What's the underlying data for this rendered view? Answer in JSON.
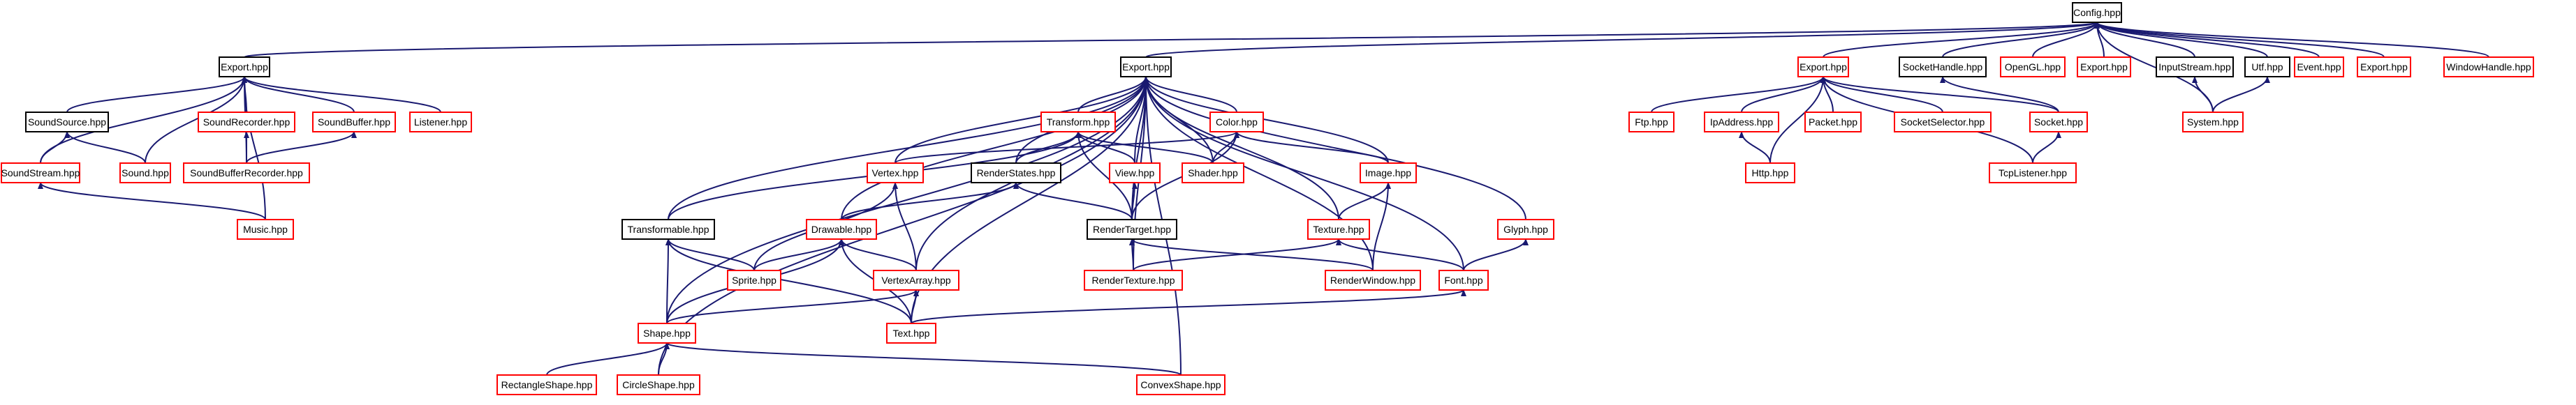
{
  "colors": {
    "edge": "#191970",
    "border_internal": "#000000",
    "border_external": "#ff0000",
    "fill_normal": "#ffffff",
    "fill_root": "#bfbfbf"
  },
  "nodes": [
    {
      "id": "config",
      "label": "Config.hpp",
      "kind": "root"
    },
    {
      "id": "exp_audio",
      "label": "Export.hpp",
      "kind": "internal"
    },
    {
      "id": "soundsource",
      "label": "SoundSource.hpp",
      "kind": "internal"
    },
    {
      "id": "soundrecorder",
      "label": "SoundRecorder.hpp",
      "kind": "external"
    },
    {
      "id": "soundbuffer",
      "label": "SoundBuffer.hpp",
      "kind": "external"
    },
    {
      "id": "listener",
      "label": "Listener.hpp",
      "kind": "external"
    },
    {
      "id": "soundstream",
      "label": "SoundStream.hpp",
      "kind": "external"
    },
    {
      "id": "sound",
      "label": "Sound.hpp",
      "kind": "external"
    },
    {
      "id": "soundbufrec",
      "label": "SoundBufferRecorder.hpp",
      "kind": "external"
    },
    {
      "id": "music",
      "label": "Music.hpp",
      "kind": "external"
    },
    {
      "id": "exp_graphics",
      "label": "Export.hpp",
      "kind": "internal"
    },
    {
      "id": "transform",
      "label": "Transform.hpp",
      "kind": "external"
    },
    {
      "id": "color",
      "label": "Color.hpp",
      "kind": "external"
    },
    {
      "id": "vertex",
      "label": "Vertex.hpp",
      "kind": "external"
    },
    {
      "id": "renderstates",
      "label": "RenderStates.hpp",
      "kind": "internal"
    },
    {
      "id": "view",
      "label": "View.hpp",
      "kind": "external"
    },
    {
      "id": "shader",
      "label": "Shader.hpp",
      "kind": "external"
    },
    {
      "id": "image",
      "label": "Image.hpp",
      "kind": "external"
    },
    {
      "id": "transformable",
      "label": "Transformable.hpp",
      "kind": "internal"
    },
    {
      "id": "drawable",
      "label": "Drawable.hpp",
      "kind": "external"
    },
    {
      "id": "rendertarget",
      "label": "RenderTarget.hpp",
      "kind": "internal"
    },
    {
      "id": "texture",
      "label": "Texture.hpp",
      "kind": "external"
    },
    {
      "id": "glyph",
      "label": "Glyph.hpp",
      "kind": "external"
    },
    {
      "id": "sprite",
      "label": "Sprite.hpp",
      "kind": "external"
    },
    {
      "id": "vertexarray",
      "label": "VertexArray.hpp",
      "kind": "external"
    },
    {
      "id": "rendertexture",
      "label": "RenderTexture.hpp",
      "kind": "external"
    },
    {
      "id": "renderwindow",
      "label": "RenderWindow.hpp",
      "kind": "external"
    },
    {
      "id": "font",
      "label": "Font.hpp",
      "kind": "external"
    },
    {
      "id": "shape",
      "label": "Shape.hpp",
      "kind": "external"
    },
    {
      "id": "text",
      "label": "Text.hpp",
      "kind": "external"
    },
    {
      "id": "rectangleshape",
      "label": "RectangleShape.hpp",
      "kind": "external"
    },
    {
      "id": "circleshape",
      "label": "CircleShape.hpp",
      "kind": "external"
    },
    {
      "id": "convexshape",
      "label": "ConvexShape.hpp",
      "kind": "external"
    },
    {
      "id": "exp_network",
      "label": "Export.hpp",
      "kind": "external"
    },
    {
      "id": "sockethandle",
      "label": "SocketHandle.hpp",
      "kind": "internal"
    },
    {
      "id": "opengl",
      "label": "OpenGL.hpp",
      "kind": "external"
    },
    {
      "id": "exp_other1",
      "label": "Export.hpp",
      "kind": "external"
    },
    {
      "id": "inputstream",
      "label": "InputStream.hpp",
      "kind": "internal"
    },
    {
      "id": "utf",
      "label": "Utf.hpp",
      "kind": "internal"
    },
    {
      "id": "event",
      "label": "Event.hpp",
      "kind": "external"
    },
    {
      "id": "exp_other2",
      "label": "Export.hpp",
      "kind": "external"
    },
    {
      "id": "windowhandle",
      "label": "WindowHandle.hpp",
      "kind": "external"
    },
    {
      "id": "ftp",
      "label": "Ftp.hpp",
      "kind": "external"
    },
    {
      "id": "ipaddress",
      "label": "IpAddress.hpp",
      "kind": "external"
    },
    {
      "id": "packet",
      "label": "Packet.hpp",
      "kind": "external"
    },
    {
      "id": "socketselector",
      "label": "SocketSelector.hpp",
      "kind": "external"
    },
    {
      "id": "socket",
      "label": "Socket.hpp",
      "kind": "external"
    },
    {
      "id": "system",
      "label": "System.hpp",
      "kind": "external"
    },
    {
      "id": "http",
      "label": "Http.hpp",
      "kind": "external"
    },
    {
      "id": "tcplistener",
      "label": "TcpListener.hpp",
      "kind": "external"
    }
  ],
  "edges": [
    [
      "exp_audio",
      "config"
    ],
    [
      "exp_graphics",
      "config"
    ],
    [
      "exp_network",
      "config"
    ],
    [
      "sockethandle",
      "config"
    ],
    [
      "opengl",
      "config"
    ],
    [
      "exp_other1",
      "config"
    ],
    [
      "inputstream",
      "config"
    ],
    [
      "utf",
      "config"
    ],
    [
      "event",
      "config"
    ],
    [
      "exp_other2",
      "config"
    ],
    [
      "windowhandle",
      "config"
    ],
    [
      "system",
      "config"
    ],
    [
      "soundsource",
      "exp_audio"
    ],
    [
      "soundrecorder",
      "exp_audio"
    ],
    [
      "soundbuffer",
      "exp_audio"
    ],
    [
      "listener",
      "exp_audio"
    ],
    [
      "soundstream",
      "exp_audio"
    ],
    [
      "sound",
      "exp_audio"
    ],
    [
      "soundbufrec",
      "exp_audio"
    ],
    [
      "music",
      "exp_audio"
    ],
    [
      "soundstream",
      "soundsource"
    ],
    [
      "sound",
      "soundsource"
    ],
    [
      "soundbufrec",
      "soundrecorder"
    ],
    [
      "soundbufrec",
      "soundbuffer"
    ],
    [
      "music",
      "soundstream"
    ],
    [
      "transform",
      "exp_graphics"
    ],
    [
      "color",
      "exp_graphics"
    ],
    [
      "vertex",
      "exp_graphics"
    ],
    [
      "renderstates",
      "exp_graphics"
    ],
    [
      "view",
      "exp_graphics"
    ],
    [
      "shader",
      "exp_graphics"
    ],
    [
      "image",
      "exp_graphics"
    ],
    [
      "transformable",
      "exp_graphics"
    ],
    [
      "drawable",
      "exp_graphics"
    ],
    [
      "rendertarget",
      "exp_graphics"
    ],
    [
      "texture",
      "exp_graphics"
    ],
    [
      "glyph",
      "exp_graphics"
    ],
    [
      "vertexarray",
      "exp_graphics"
    ],
    [
      "rendertexture",
      "exp_graphics"
    ],
    [
      "renderwindow",
      "exp_graphics"
    ],
    [
      "font",
      "exp_graphics"
    ],
    [
      "shape",
      "exp_graphics"
    ],
    [
      "text",
      "exp_graphics"
    ],
    [
      "circleshape",
      "exp_graphics"
    ],
    [
      "convexshape",
      "exp_graphics"
    ],
    [
      "renderstates",
      "transform"
    ],
    [
      "view",
      "transform"
    ],
    [
      "shader",
      "transform"
    ],
    [
      "rendertarget",
      "transform"
    ],
    [
      "transformable",
      "transform"
    ],
    [
      "vertex",
      "color"
    ],
    [
      "shader",
      "color"
    ],
    [
      "image",
      "color"
    ],
    [
      "rendertarget",
      "color"
    ],
    [
      "sprite",
      "vertex"
    ],
    [
      "vertexarray",
      "vertex"
    ],
    [
      "drawable",
      "renderstates"
    ],
    [
      "rendertarget",
      "renderstates"
    ],
    [
      "rendertarget",
      "view"
    ],
    [
      "texture",
      "image"
    ],
    [
      "renderwindow",
      "image"
    ],
    [
      "sprite",
      "transformable"
    ],
    [
      "shape",
      "transformable"
    ],
    [
      "text",
      "transformable"
    ],
    [
      "sprite",
      "drawable"
    ],
    [
      "vertexarray",
      "drawable"
    ],
    [
      "shape",
      "drawable"
    ],
    [
      "text",
      "drawable"
    ],
    [
      "rendertexture",
      "rendertarget"
    ],
    [
      "renderwindow",
      "rendertarget"
    ],
    [
      "rendertexture",
      "texture"
    ],
    [
      "font",
      "texture"
    ],
    [
      "font",
      "glyph"
    ],
    [
      "text",
      "vertexarray"
    ],
    [
      "shape",
      "vertexarray"
    ],
    [
      "text",
      "font"
    ],
    [
      "rectangleshape",
      "shape"
    ],
    [
      "circleshape",
      "shape"
    ],
    [
      "convexshape",
      "shape"
    ],
    [
      "ftp",
      "exp_network"
    ],
    [
      "ipaddress",
      "exp_network"
    ],
    [
      "packet",
      "exp_network"
    ],
    [
      "socketselector",
      "exp_network"
    ],
    [
      "socket",
      "exp_network"
    ],
    [
      "http",
      "exp_network"
    ],
    [
      "tcplistener",
      "exp_network"
    ],
    [
      "socket",
      "sockethandle"
    ],
    [
      "http",
      "ipaddress"
    ],
    [
      "tcplistener",
      "socket"
    ],
    [
      "system",
      "inputstream"
    ],
    [
      "system",
      "utf"
    ]
  ]
}
